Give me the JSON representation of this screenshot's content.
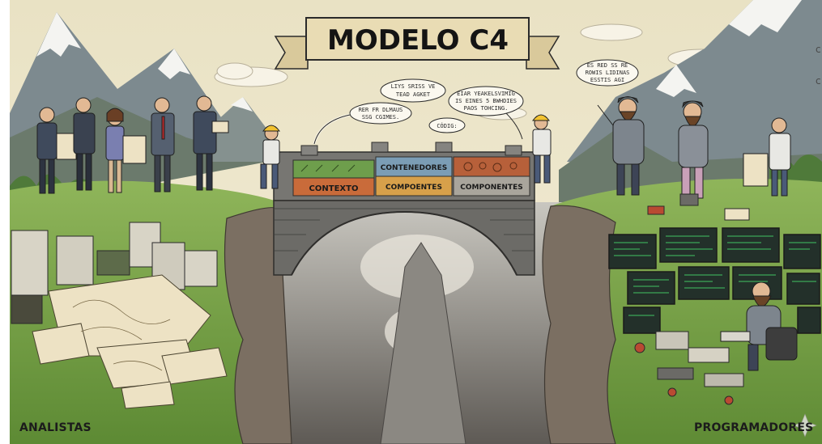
{
  "title": "MODELO C4",
  "bridge": {
    "layers": {
      "context": "CONTEXTO",
      "containers": "CONTENEDORES",
      "components_mid": "COMPOENTES",
      "components_right": "COMPONENTES"
    }
  },
  "bubbles": {
    "b1": [
      "LIYS SRISS VE",
      "TEAD AGKET"
    ],
    "b2": [
      "RER FR DLMAUS",
      "SSG CGIMES."
    ],
    "b3": [
      "CÓDIG:"
    ],
    "b4": [
      "EIAR YEAKELSVIMIG",
      "IS EINES 5 BWHDIES",
      "PAOS TOHCING."
    ],
    "b5": [
      "ES RED SS RE",
      "ROWIS LIDINAS",
      "ESSTIS AGI"
    ]
  },
  "labels": {
    "left": "ANALISTAS",
    "right": "PROGRAMADORES"
  },
  "side_marks": [
    "c",
    "c"
  ],
  "colors": {
    "sky": "#efe8cf",
    "grass": "#7aa347",
    "stone": "#6f6e6b",
    "banner": "#e9dcb4",
    "context_layer": "#c96b3a",
    "containers_layer": "#7b9db5",
    "components_layer": "#d7a04a",
    "code_green": "#48e06b"
  },
  "icons": [
    "sparkle-icon"
  ]
}
